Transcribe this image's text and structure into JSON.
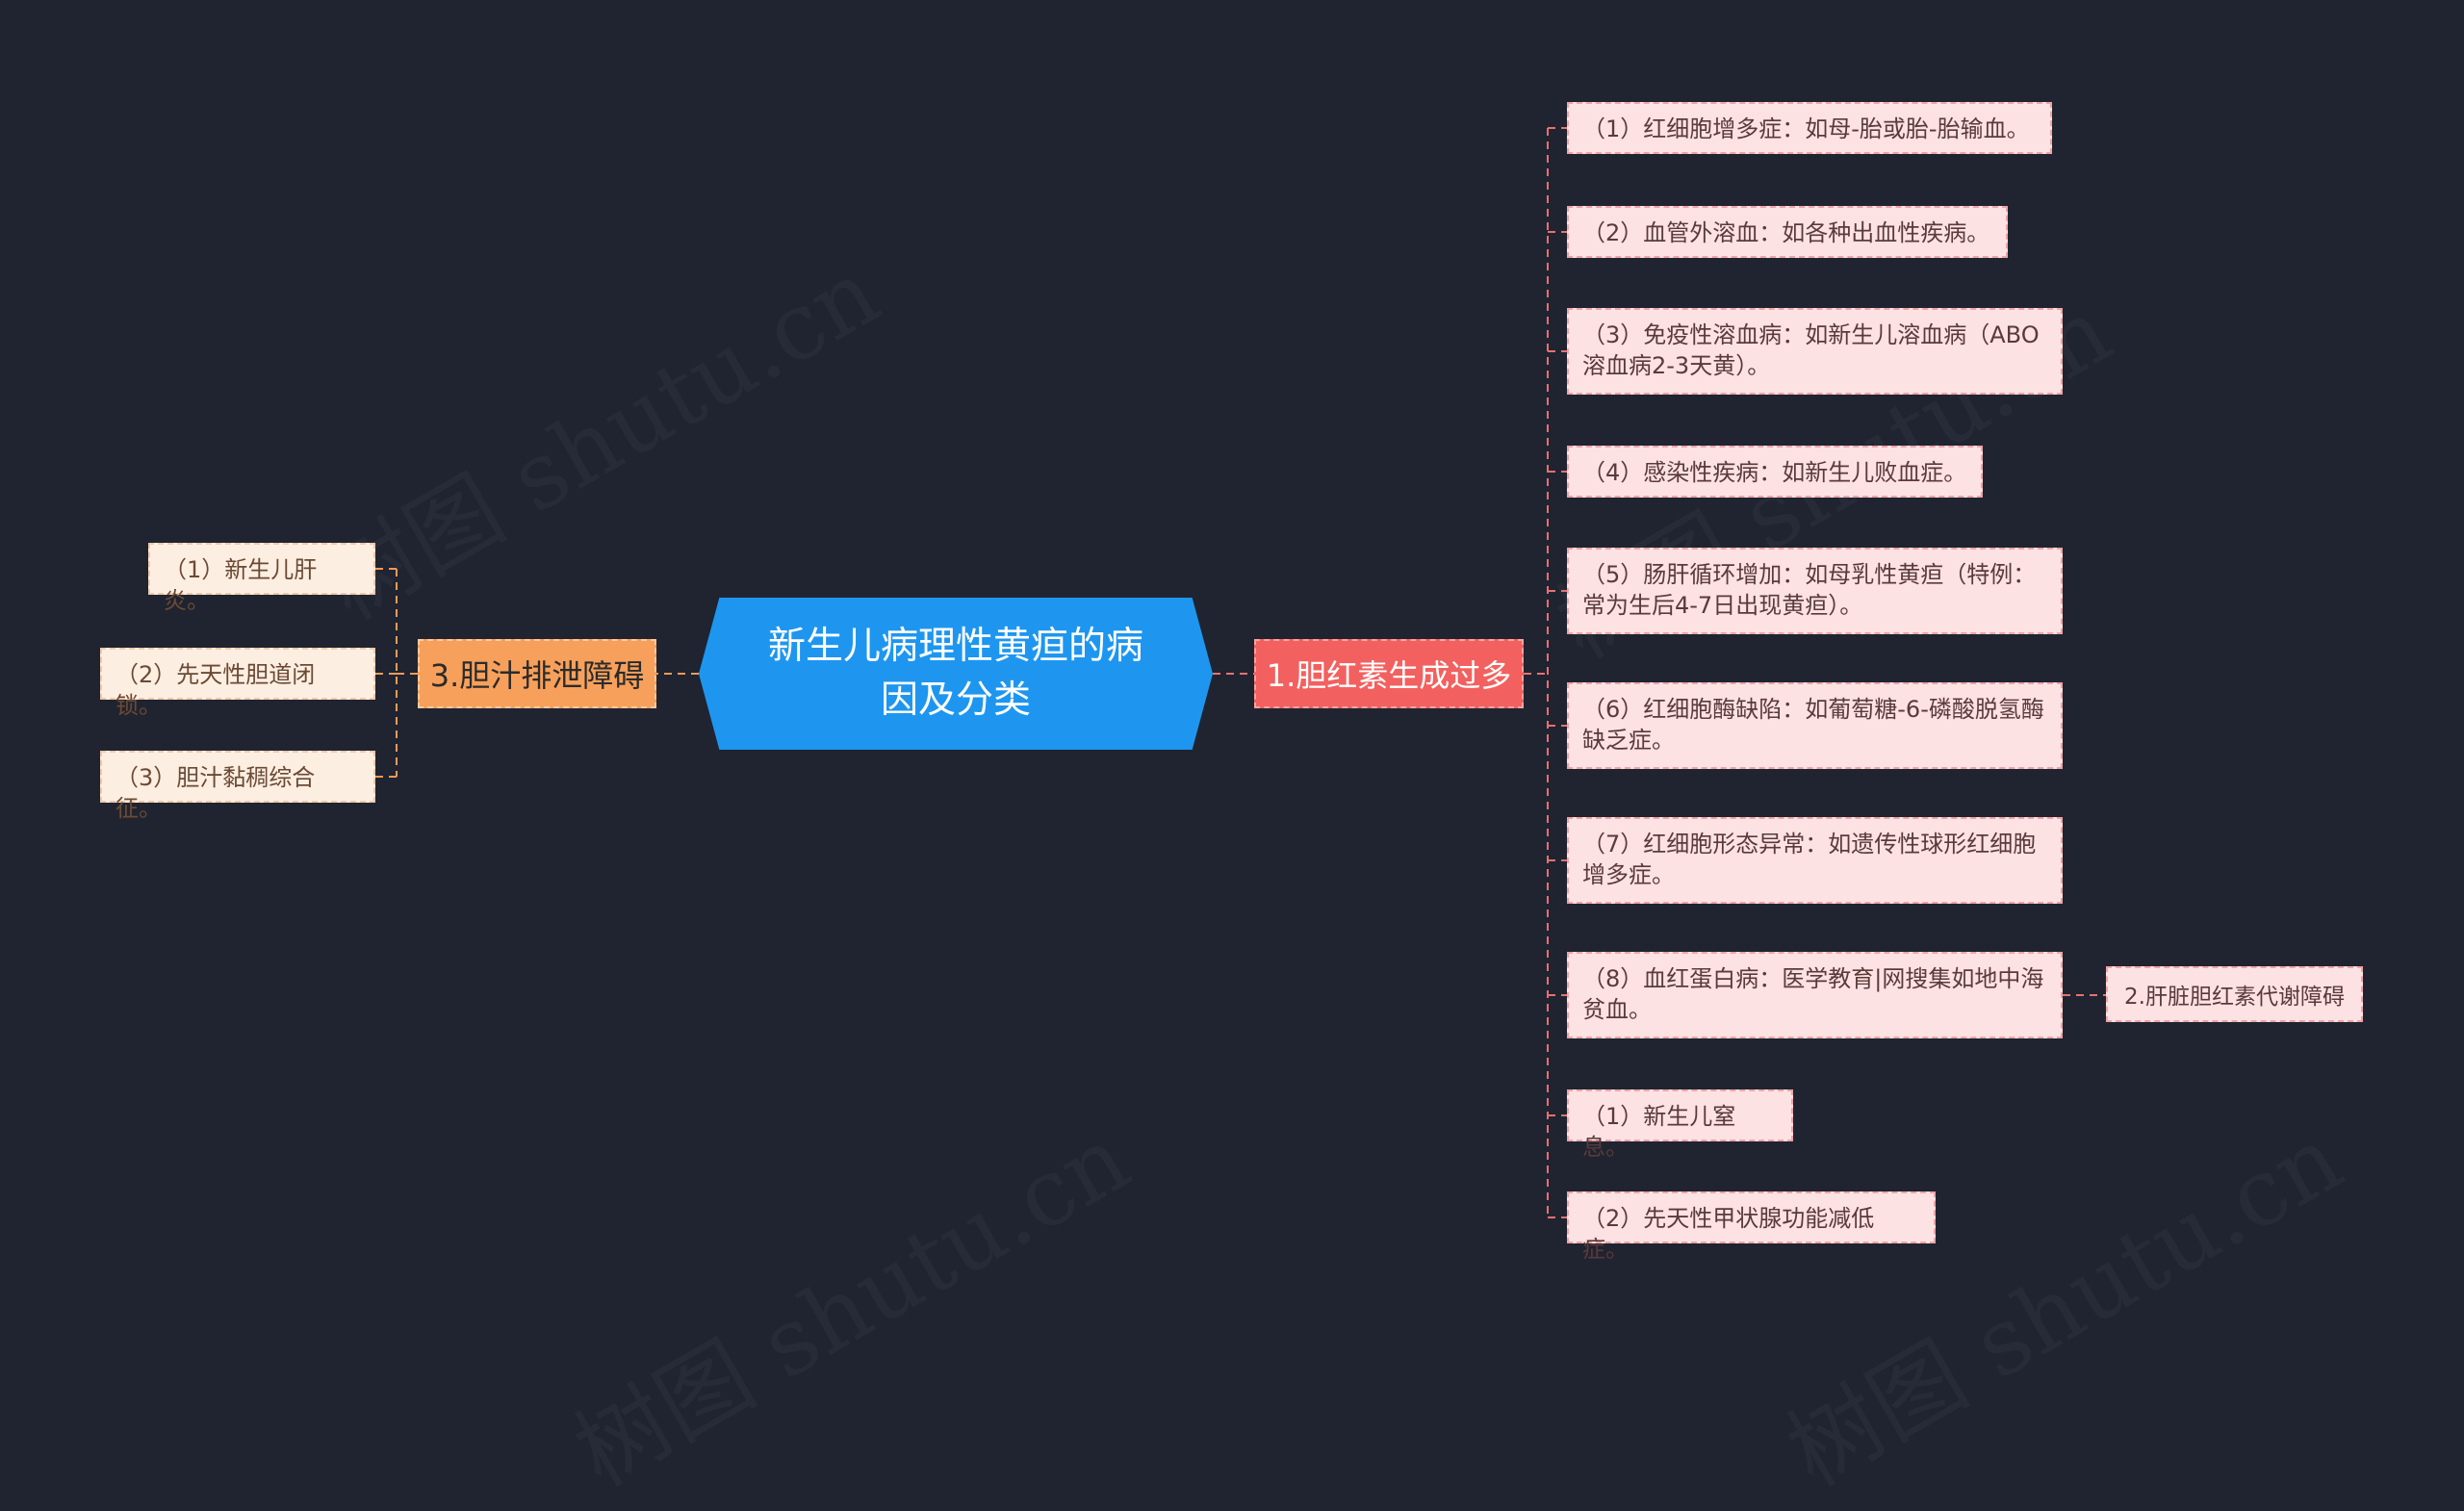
{
  "center": "新生儿病理性黄疸的病因及分类",
  "right_branch": {
    "label": "1.胆红素生成过多",
    "children": [
      "（1）红细胞增多症：如母-胎或胎-胎输血。",
      "（2）血管外溶血：如各种出血性疾病。",
      "（3）免疫性溶血病：如新生儿溶血病（ABO溶血病2-3天黄）。",
      "（4）感染性疾病：如新生儿败血症。",
      "（5）肠肝循环增加：如母乳性黄疸（特例：常为生后4-7日出现黄疸）。",
      "（6）红细胞酶缺陷：如葡萄糖-6-磷酸脱氢酶缺乏症。",
      "（7）红细胞形态异常：如遗传性球形红细胞增多症。",
      "（8）血红蛋白病：医学教育|网搜集如地中海贫血。",
      "（1）新生儿窒息。",
      "（2）先天性甲状腺功能减低症。"
    ],
    "sub_branch": "2.肝脏胆红素代谢障碍"
  },
  "left_branch": {
    "label": "3.胆汁排泄障碍",
    "children": [
      "（1）新生儿肝炎。",
      "（2）先天性胆道闭锁。",
      "（3）胆汁黏稠综合征。"
    ]
  },
  "watermark": "树图 shutu.cn",
  "colors": {
    "background": "#1f2430",
    "center": "#1e96f0",
    "right_branch": "#f2615f",
    "left_branch": "#f7a05b",
    "right_leaf": "#fde2e3",
    "left_leaf": "#fdeee2",
    "connector_right": "#e9716f",
    "connector_left": "#f29a5a"
  }
}
